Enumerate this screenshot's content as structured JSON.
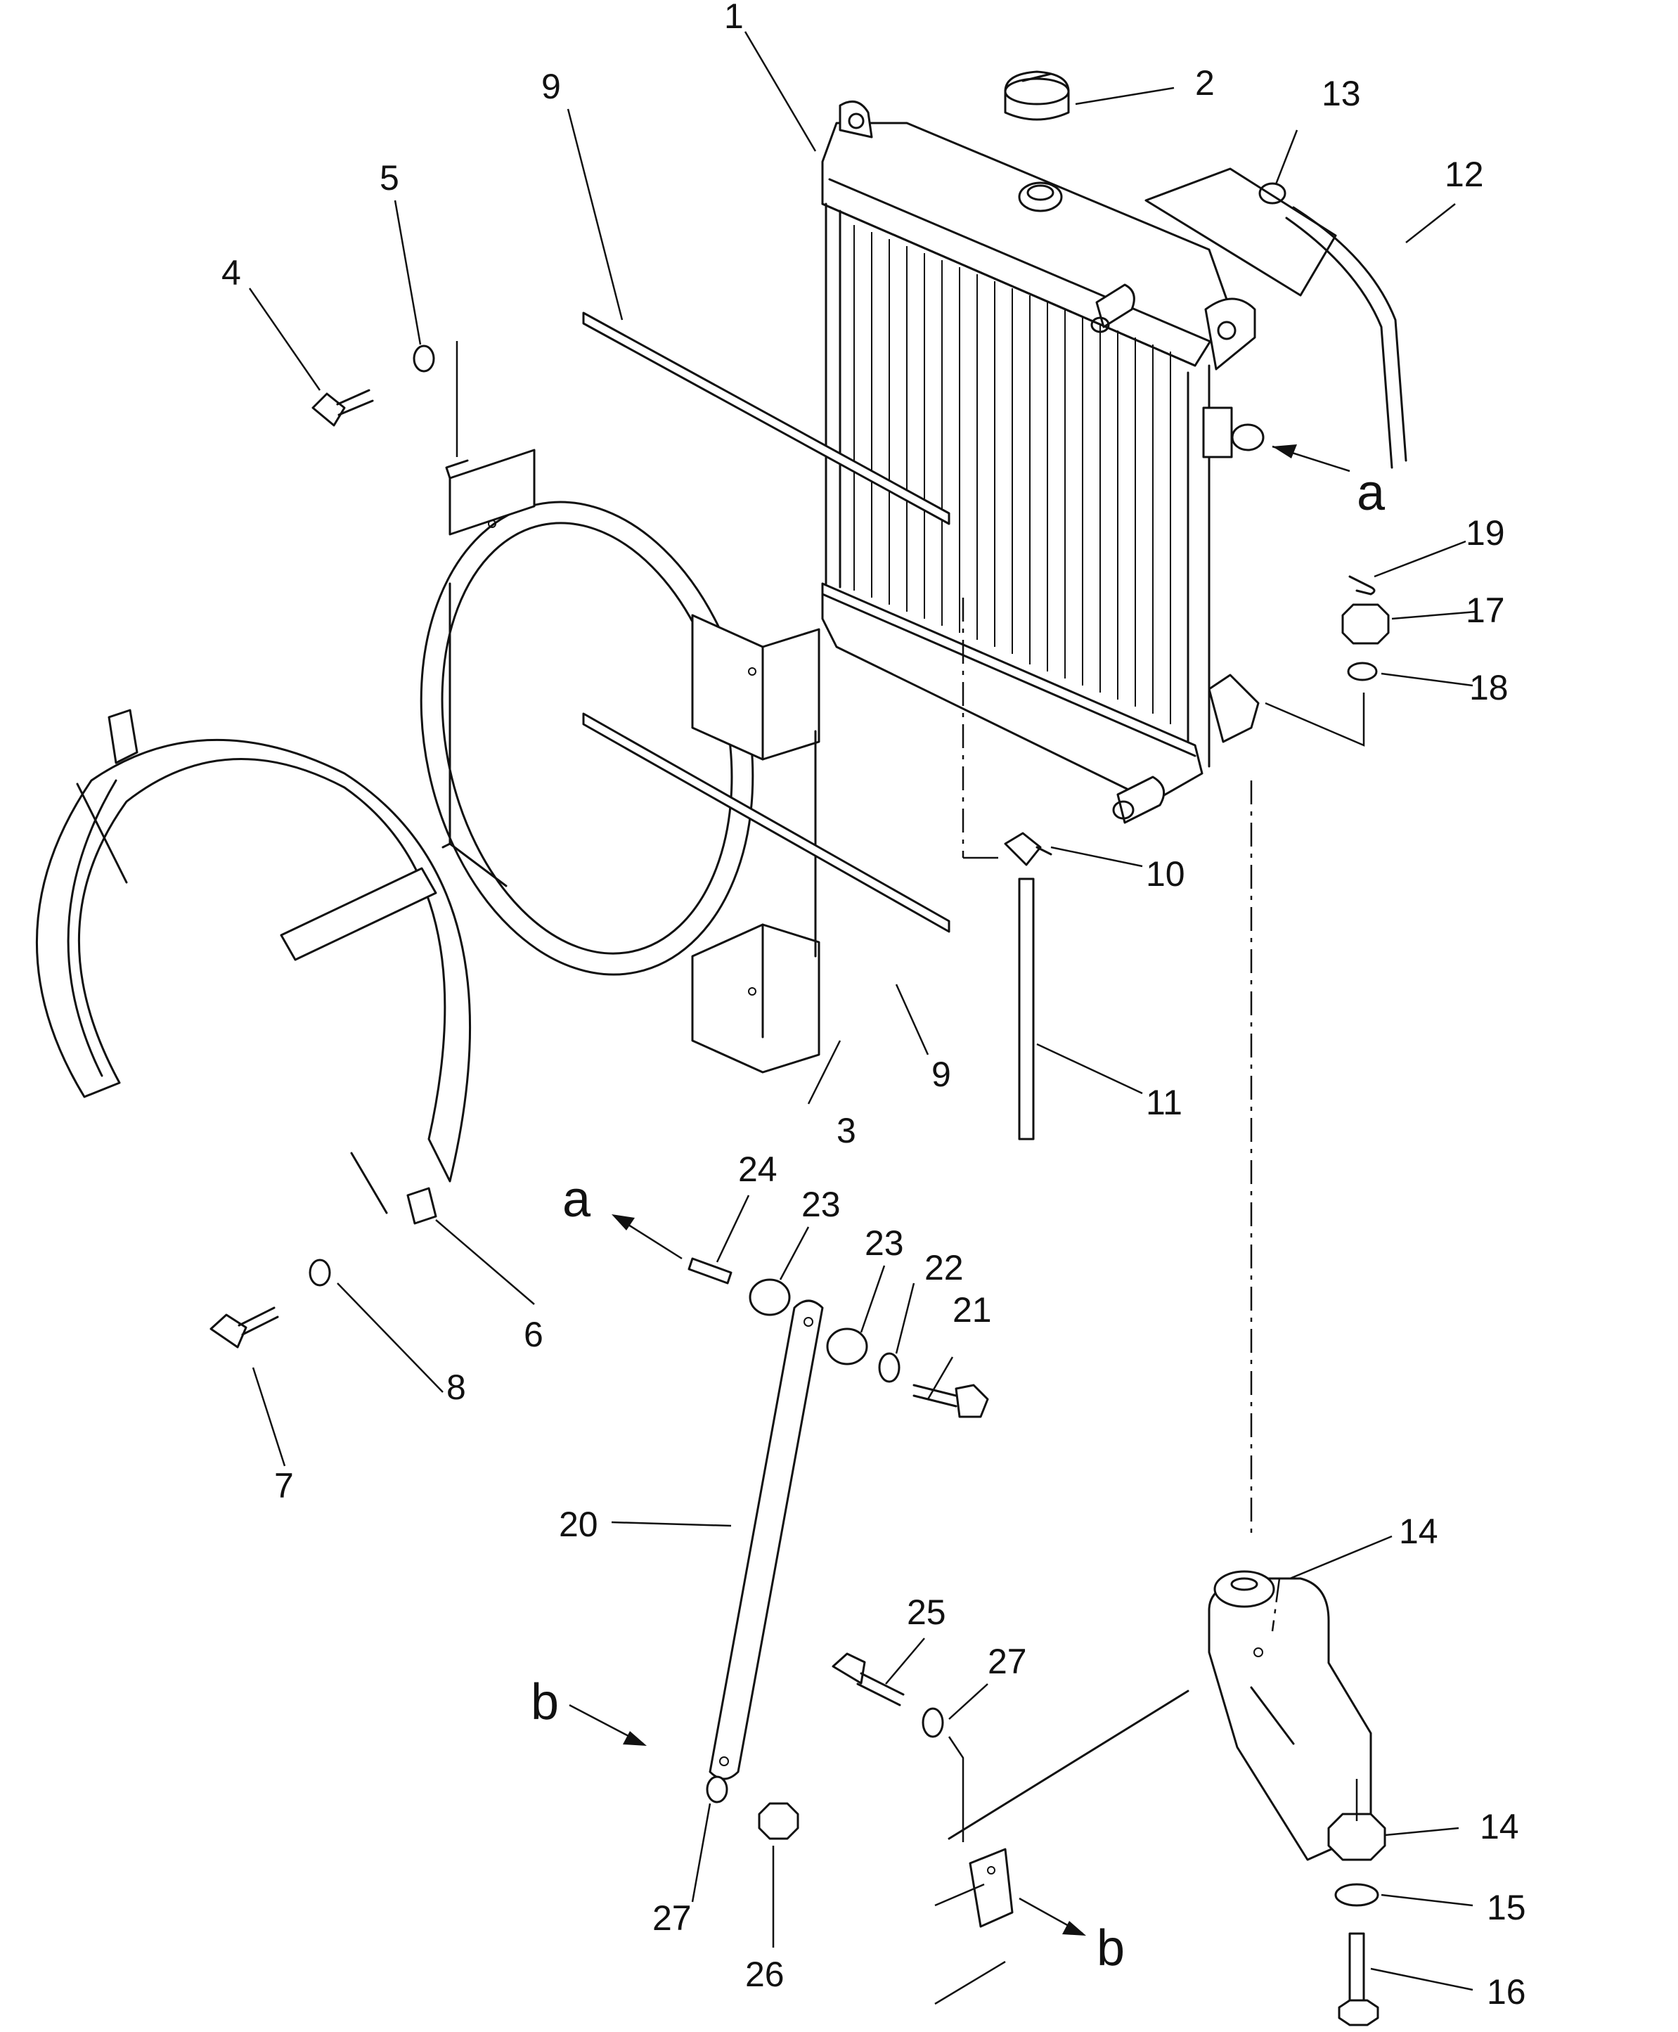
{
  "callouts": {
    "c1": "1",
    "c2": "2",
    "c3": "3",
    "c4": "4",
    "c5": "5",
    "c6": "6",
    "c7": "7",
    "c8": "8",
    "c9a": "9",
    "c9b": "9",
    "c10": "10",
    "c11": "11",
    "c12": "12",
    "c13": "13",
    "c14a": "14",
    "c14b": "14",
    "c15": "15",
    "c16": "16",
    "c17": "17",
    "c18": "18",
    "c19": "19",
    "c20": "20",
    "c21": "21",
    "c22": "22",
    "c23a": "23",
    "c23b": "23",
    "c24": "24",
    "c25": "25",
    "c26": "26",
    "c27a": "27",
    "c27b": "27"
  },
  "references": {
    "a_right": "a",
    "a_left": "a",
    "b_left": "b",
    "b_right": "b"
  }
}
